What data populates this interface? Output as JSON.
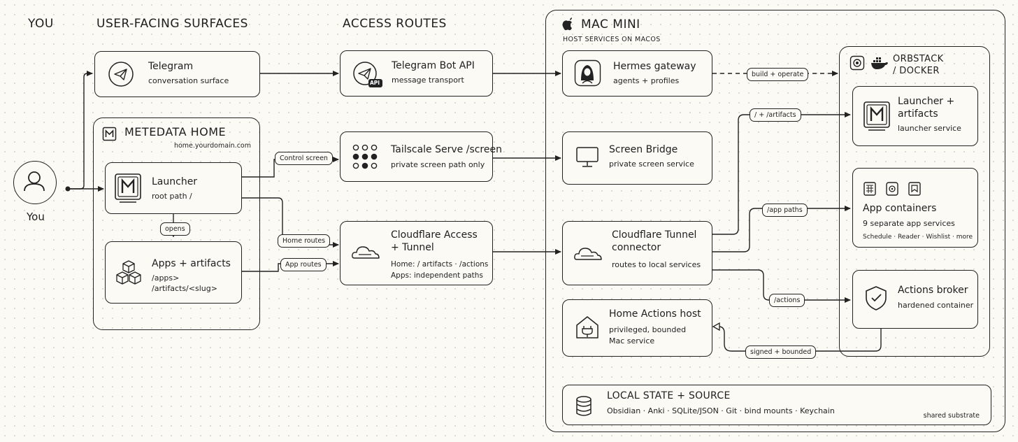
{
  "headers": {
    "you": "YOU",
    "surfaces": "USER-FACING SURFACES",
    "routes": "ACCESS ROUTES",
    "mac": "MAC MINI",
    "mac_sub": "HOST SERVICES ON MACOS"
  },
  "you": {
    "label": "You"
  },
  "telegram": {
    "title": "Telegram",
    "sub": "conversation surface"
  },
  "metedata": {
    "title": "METEDATA HOME",
    "domain": "home.yourdomain.com",
    "launcher": {
      "title": "Launcher",
      "sub": "root path /"
    },
    "opens": "opens",
    "apps": {
      "title": "Apps + artifacts",
      "line1": "/apps>",
      "line2": "/artifacts/<slug>"
    }
  },
  "routes": {
    "bot": {
      "title": "Telegram Bot API",
      "sub": "message transport",
      "badge": "API"
    },
    "tailscale": {
      "title": "Tailscale Serve /screen",
      "sub": "private screen path only"
    },
    "cloudflare": {
      "title1": "Cloudflare Access",
      "title2": "+ Tunnel",
      "line1": "Home: / artifacts · /actions",
      "line2": "Apps: independent paths"
    }
  },
  "pills": {
    "control_screen": "Control screen",
    "home_routes": "Home routes",
    "app_routes": "App routes",
    "build_operate": "build + operate",
    "artifacts": "/ + /artifacts",
    "app_paths": "/app paths",
    "actions": "/actions",
    "signed": "signed + bounded"
  },
  "mac": {
    "hermes": {
      "title": "Hermes  gateway",
      "sub": "agents + profiles"
    },
    "screen": {
      "title": "Screen Bridge",
      "sub": "private screen service"
    },
    "tunnel": {
      "title1": "Cloudflare Tunnel",
      "title2": "connector",
      "sub": "routes to local services"
    },
    "home_actions": {
      "title": "Home Actions host",
      "line1": "privileged, bounded",
      "line2": "Mac service"
    },
    "state": {
      "title": "LOCAL STATE + SOURCE",
      "sub": "Obsidian · Anki · SQLite/JSON · Git · bind mounts · Keychain",
      "note": "shared substrate"
    }
  },
  "orbstack": {
    "title1": "ORBSTACK",
    "title2": "/ DOCKER",
    "launcher": {
      "title1": "Launcher +",
      "title2": "artifacts",
      "sub": "launcher service"
    },
    "apps": {
      "title": "App containers",
      "sub": "9 separate app services",
      "list": "Schedule · Reader · Wishlist · more"
    },
    "broker": {
      "title": "Actions broker",
      "sub": "hardened container"
    }
  }
}
